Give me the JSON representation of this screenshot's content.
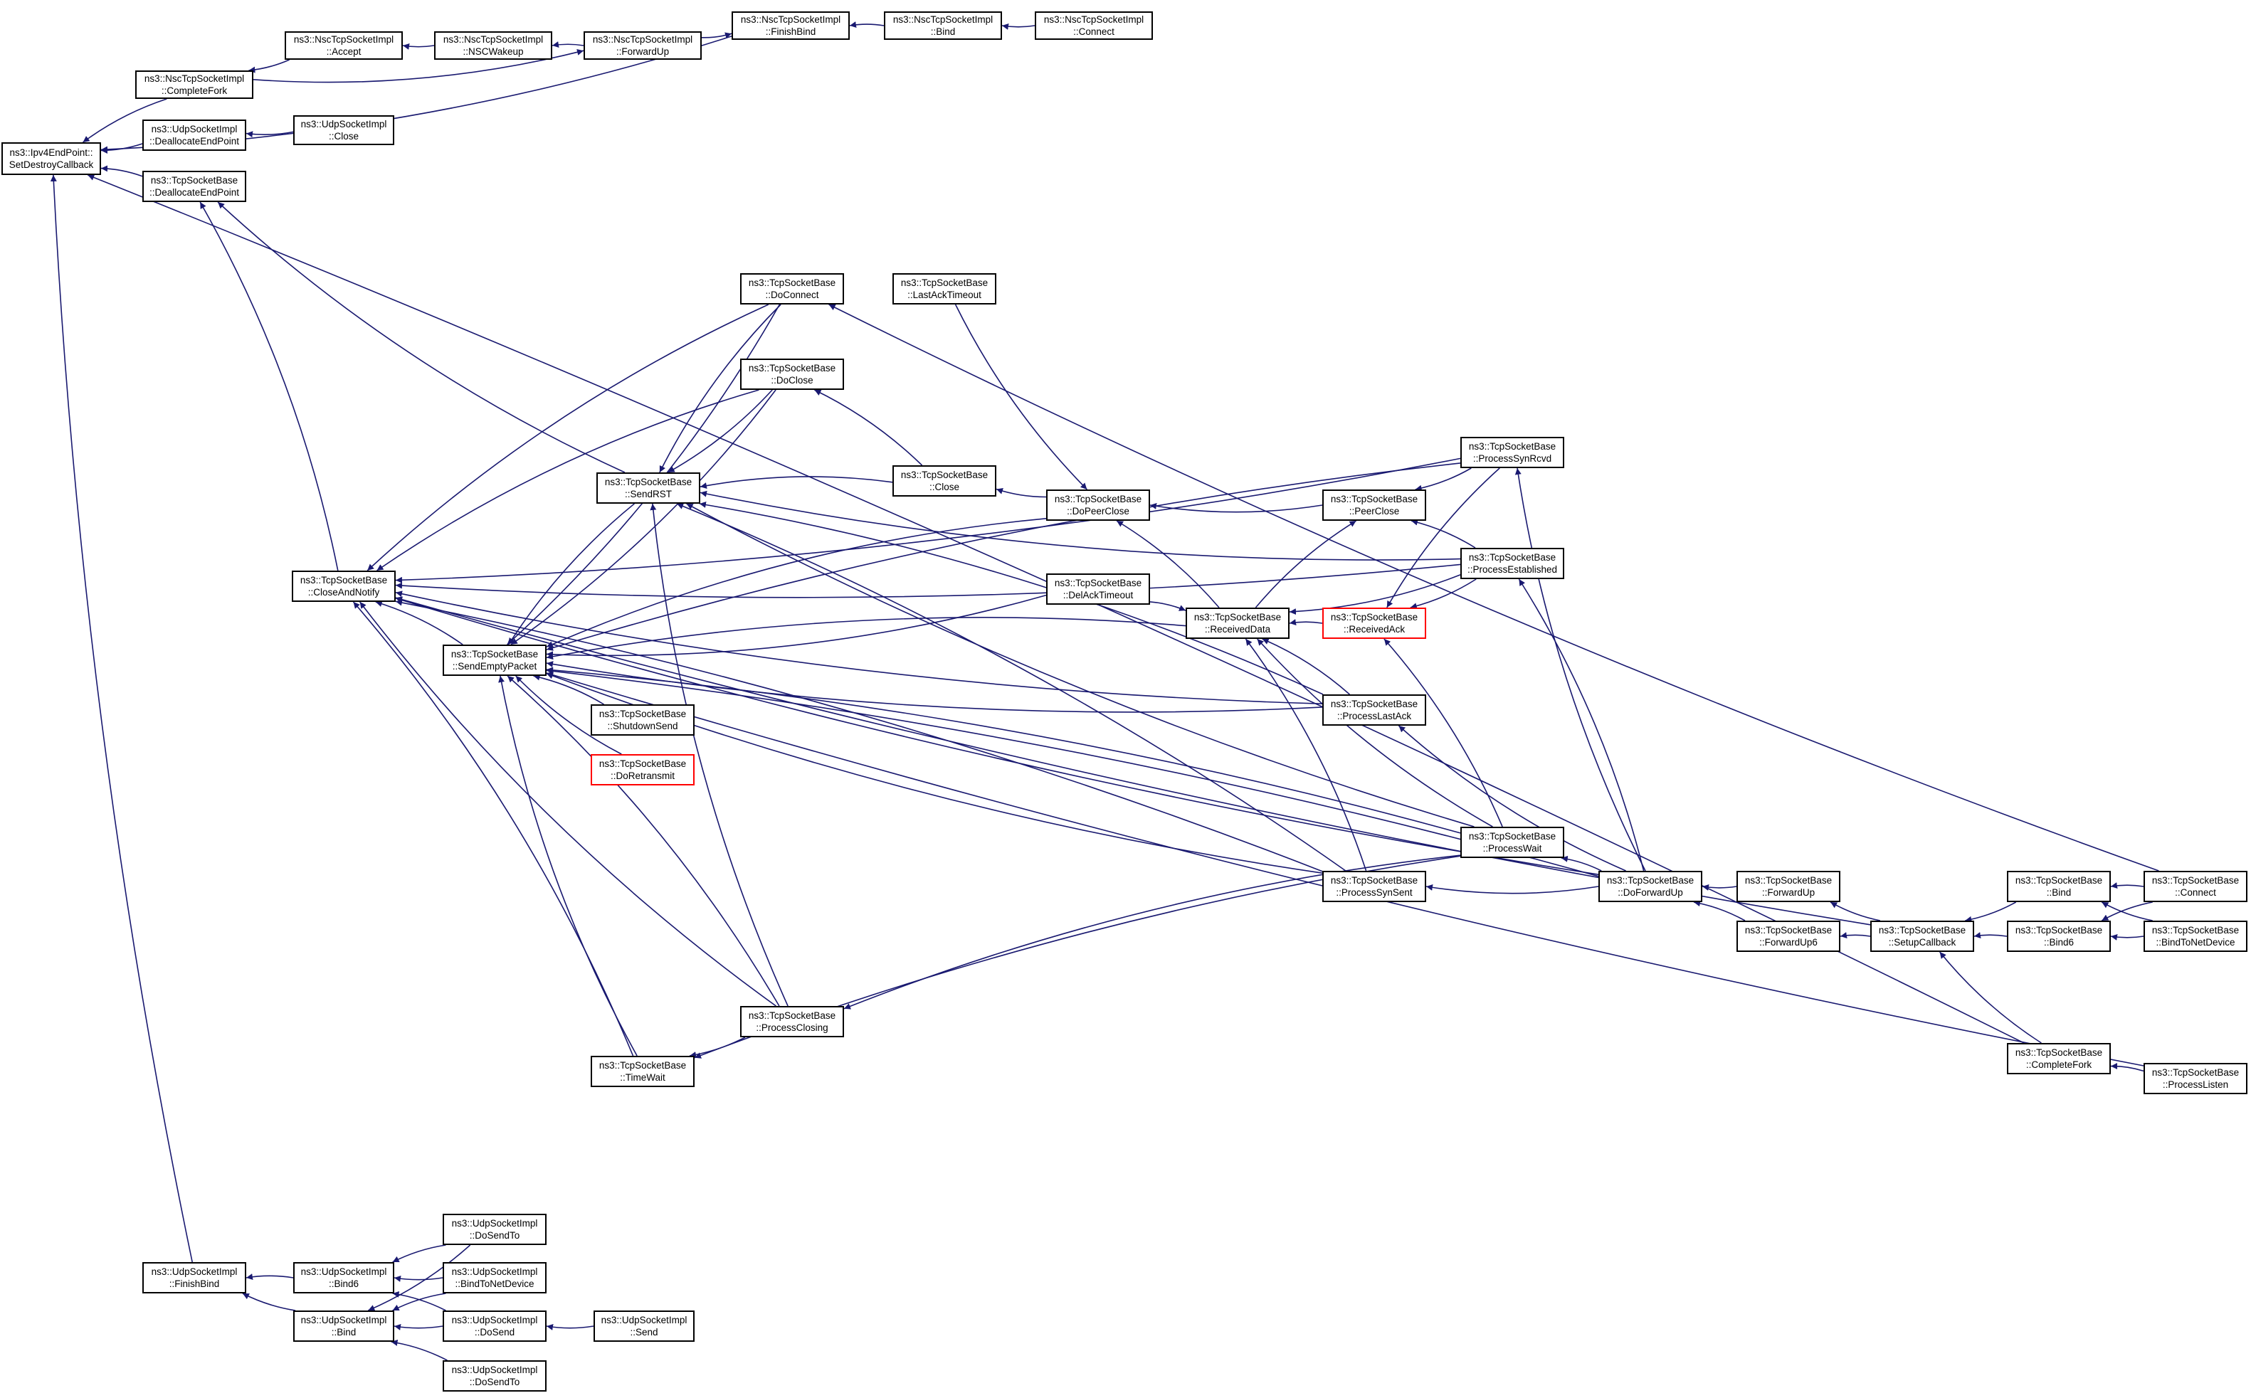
{
  "graph": {
    "type": "caller-graph",
    "colors": {
      "edge": "#191970",
      "node_border": "#000000",
      "root_fill": "#bfbfbf",
      "truncated_border": "#ff0000"
    },
    "nodes": {
      "root": {
        "line1": "ns3::Ipv4EndPoint::",
        "line2": "SetDestroyCallback",
        "kind": "root"
      },
      "nsc_finishbind": {
        "line1": "ns3::NscTcpSocketImpl",
        "line2": "::FinishBind"
      },
      "nsc_bind": {
        "line1": "ns3::NscTcpSocketImpl",
        "line2": "::Bind"
      },
      "nsc_connect": {
        "line1": "ns3::NscTcpSocketImpl",
        "line2": "::Connect"
      },
      "nsc_accept": {
        "line1": "ns3::NscTcpSocketImpl",
        "line2": "::Accept"
      },
      "nsc_nscwakeup": {
        "line1": "ns3::NscTcpSocketImpl",
        "line2": "::NSCWakeup"
      },
      "nsc_forwardup": {
        "line1": "ns3::NscTcpSocketImpl",
        "line2": "::ForwardUp"
      },
      "nsc_completefork": {
        "line1": "ns3::NscTcpSocketImpl",
        "line2": "::CompleteFork"
      },
      "udp_dealloc": {
        "line1": "ns3::UdpSocketImpl",
        "line2": "::DeallocateEndPoint"
      },
      "udp_close": {
        "line1": "ns3::UdpSocketImpl",
        "line2": "::Close"
      },
      "tcp_dealloc": {
        "line1": "ns3::TcpSocketBase",
        "line2": "::DeallocateEndPoint"
      },
      "tcp_doconnect": {
        "line1": "ns3::TcpSocketBase",
        "line2": "::DoConnect"
      },
      "tcp_lastacktimeout": {
        "line1": "ns3::TcpSocketBase",
        "line2": "::LastAckTimeout"
      },
      "tcp_doclose": {
        "line1": "ns3::TcpSocketBase",
        "line2": "::DoClose"
      },
      "tcp_sendrst": {
        "line1": "ns3::TcpSocketBase",
        "line2": "::SendRST"
      },
      "tcp_close": {
        "line1": "ns3::TcpSocketBase",
        "line2": "::Close"
      },
      "tcp_dopeerclose": {
        "line1": "ns3::TcpSocketBase",
        "line2": "::DoPeerClose"
      },
      "tcp_peerclose": {
        "line1": "ns3::TcpSocketBase",
        "line2": "::PeerClose"
      },
      "tcp_processsynrcvd": {
        "line1": "ns3::TcpSocketBase",
        "line2": "::ProcessSynRcvd"
      },
      "tcp_processestablished": {
        "line1": "ns3::TcpSocketBase",
        "line2": "::ProcessEstablished"
      },
      "tcp_closeandnotify": {
        "line1": "ns3::TcpSocketBase",
        "line2": "::CloseAndNotify"
      },
      "tcp_delacktimeout": {
        "line1": "ns3::TcpSocketBase",
        "line2": "::DelAckTimeout"
      },
      "tcp_receiveddata": {
        "line1": "ns3::TcpSocketBase",
        "line2": "::ReceivedData"
      },
      "tcp_receivedack": {
        "line1": "ns3::TcpSocketBase",
        "line2": "::ReceivedAck",
        "kind": "truncated"
      },
      "tcp_sendemptypacket": {
        "line1": "ns3::TcpSocketBase",
        "line2": "::SendEmptyPacket"
      },
      "tcp_processlastack": {
        "line1": "ns3::TcpSocketBase",
        "line2": "::ProcessLastAck"
      },
      "tcp_shutdownsend": {
        "line1": "ns3::TcpSocketBase",
        "line2": "::ShutdownSend"
      },
      "tcp_doretransmit": {
        "line1": "ns3::TcpSocketBase",
        "line2": "::DoRetransmit",
        "kind": "truncated"
      },
      "tcp_processwait": {
        "line1": "ns3::TcpSocketBase",
        "line2": "::ProcessWait"
      },
      "tcp_processsynsent": {
        "line1": "ns3::TcpSocketBase",
        "line2": "::ProcessSynSent"
      },
      "tcp_doforwardup": {
        "line1": "ns3::TcpSocketBase",
        "line2": "::DoForwardUp"
      },
      "tcp_forwardup": {
        "line1": "ns3::TcpSocketBase",
        "line2": "::ForwardUp"
      },
      "tcp_forwardup6": {
        "line1": "ns3::TcpSocketBase",
        "line2": "::ForwardUp6"
      },
      "tcp_setupcallback": {
        "line1": "ns3::TcpSocketBase",
        "line2": "::SetupCallback"
      },
      "tcp_bind": {
        "line1": "ns3::TcpSocketBase",
        "line2": "::Bind"
      },
      "tcp_bind6": {
        "line1": "ns3::TcpSocketBase",
        "line2": "::Bind6"
      },
      "tcp_connect": {
        "line1": "ns3::TcpSocketBase",
        "line2": "::Connect"
      },
      "tcp_bindtonetdevice": {
        "line1": "ns3::TcpSocketBase",
        "line2": "::BindToNetDevice"
      },
      "tcp_processclosing": {
        "line1": "ns3::TcpSocketBase",
        "line2": "::ProcessClosing"
      },
      "tcp_timewait": {
        "line1": "ns3::TcpSocketBase",
        "line2": "::TimeWait"
      },
      "tcp_completefork": {
        "line1": "ns3::TcpSocketBase",
        "line2": "::CompleteFork"
      },
      "tcp_processlisten": {
        "line1": "ns3::TcpSocketBase",
        "line2": "::ProcessListen"
      },
      "udp_finishbind": {
        "line1": "ns3::UdpSocketImpl",
        "line2": "::FinishBind"
      },
      "udp_bind6": {
        "line1": "ns3::UdpSocketImpl",
        "line2": "::Bind6"
      },
      "udp_bind": {
        "line1": "ns3::UdpSocketImpl",
        "line2": "::Bind"
      },
      "udp_dosendto_a": {
        "line1": "ns3::UdpSocketImpl",
        "line2": "::DoSendTo"
      },
      "udp_bindtonetdevice": {
        "line1": "ns3::UdpSocketImpl",
        "line2": "::BindToNetDevice"
      },
      "udp_dosend": {
        "line1": "ns3::UdpSocketImpl",
        "line2": "::DoSend"
      },
      "udp_send": {
        "line1": "ns3::UdpSocketImpl",
        "line2": "::Send"
      },
      "udp_dosendto_b": {
        "line1": "ns3::UdpSocketImpl",
        "line2": "::DoSendTo"
      }
    },
    "edges": [
      [
        "nsc_finishbind",
        "root"
      ],
      [
        "nsc_completefork",
        "root"
      ],
      [
        "udp_dealloc",
        "root"
      ],
      [
        "tcp_dealloc",
        "root"
      ],
      [
        "udp_finishbind",
        "root"
      ],
      [
        "nsc_bind",
        "nsc_finishbind"
      ],
      [
        "nsc_connect",
        "nsc_bind"
      ],
      [
        "nsc_forwardup",
        "nsc_finishbind"
      ],
      [
        "nsc_nscwakeup",
        "nsc_accept"
      ],
      [
        "nsc_forwardup",
        "nsc_nscwakeup"
      ],
      [
        "nsc_accept",
        "nsc_completefork"
      ],
      [
        "nsc_completefork",
        "nsc_forwardup"
      ],
      [
        "udp_close",
        "udp_dealloc"
      ],
      [
        "tcp_closeandnotify",
        "tcp_dealloc"
      ],
      [
        "tcp_sendrst",
        "tcp_dealloc"
      ],
      [
        "tcp_doconnect",
        "tcp_closeandnotify"
      ],
      [
        "tcp_processsynrcvd",
        "tcp_closeandnotify"
      ],
      [
        "tcp_doclose",
        "tcp_closeandnotify"
      ],
      [
        "tcp_processestablished",
        "tcp_closeandnotify"
      ],
      [
        "tcp_sendemptypacket",
        "tcp_closeandnotify"
      ],
      [
        "tcp_processlastack",
        "tcp_closeandnotify"
      ],
      [
        "tcp_processsynsent",
        "tcp_closeandnotify"
      ],
      [
        "tcp_processclosing",
        "tcp_closeandnotify"
      ],
      [
        "tcp_timewait",
        "tcp_closeandnotify"
      ],
      [
        "tcp_doforwardup",
        "tcp_closeandnotify"
      ],
      [
        "tcp_doconnect",
        "tcp_sendrst"
      ],
      [
        "tcp_doclose",
        "tcp_sendrst"
      ],
      [
        "tcp_close",
        "tcp_sendrst"
      ],
      [
        "tcp_processestablished",
        "tcp_sendrst"
      ],
      [
        "tcp_processlastack",
        "tcp_sendrst"
      ],
      [
        "tcp_processwait",
        "tcp_sendrst"
      ],
      [
        "tcp_processsynsent",
        "tcp_sendrst"
      ],
      [
        "tcp_processclosing",
        "tcp_sendrst"
      ],
      [
        "tcp_sendrst",
        "tcp_sendemptypacket"
      ],
      [
        "tcp_doconnect",
        "tcp_sendemptypacket"
      ],
      [
        "tcp_processsynrcvd",
        "tcp_sendemptypacket"
      ],
      [
        "tcp_doclose",
        "tcp_sendemptypacket"
      ],
      [
        "tcp_dopeerclose",
        "tcp_sendemptypacket"
      ],
      [
        "tcp_delacktimeout",
        "tcp_sendemptypacket"
      ],
      [
        "tcp_receiveddata",
        "tcp_sendemptypacket"
      ],
      [
        "tcp_processlastack",
        "tcp_sendemptypacket"
      ],
      [
        "tcp_shutdownsend",
        "tcp_sendemptypacket"
      ],
      [
        "tcp_doretransmit",
        "tcp_sendemptypacket"
      ],
      [
        "tcp_processwait",
        "tcp_sendemptypacket"
      ],
      [
        "tcp_processsynsent",
        "tcp_sendemptypacket"
      ],
      [
        "tcp_processclosing",
        "tcp_sendemptypacket"
      ],
      [
        "tcp_timewait",
        "tcp_sendemptypacket"
      ],
      [
        "tcp_doforwardup",
        "tcp_sendemptypacket"
      ],
      [
        "tcp_processlisten",
        "tcp_sendemptypacket"
      ],
      [
        "tcp_close",
        "tcp_doclose"
      ],
      [
        "tcp_dopeerclose",
        "tcp_close"
      ],
      [
        "tcp_lastacktimeout",
        "tcp_dopeerclose"
      ],
      [
        "tcp_peerclose",
        "tcp_dopeerclose"
      ],
      [
        "tcp_receiveddata",
        "tcp_dopeerclose"
      ],
      [
        "tcp_processsynrcvd",
        "tcp_peerclose"
      ],
      [
        "tcp_processestablished",
        "tcp_peerclose"
      ],
      [
        "tcp_receiveddata",
        "tcp_peerclose"
      ],
      [
        "tcp_receivedack",
        "tcp_receiveddata"
      ],
      [
        "tcp_processestablished",
        "tcp_receiveddata"
      ],
      [
        "tcp_processlastack",
        "tcp_receiveddata"
      ],
      [
        "tcp_processwait",
        "tcp_receiveddata"
      ],
      [
        "tcp_processsynsent",
        "tcp_receiveddata"
      ],
      [
        "tcp_delacktimeout",
        "tcp_receiveddata"
      ],
      [
        "tcp_processsynrcvd",
        "tcp_receivedack"
      ],
      [
        "tcp_processestablished",
        "tcp_receivedack"
      ],
      [
        "tcp_processwait",
        "tcp_receivedack"
      ],
      [
        "tcp_doforwardup",
        "tcp_processsynrcvd"
      ],
      [
        "tcp_doforwardup",
        "tcp_processestablished"
      ],
      [
        "tcp_doforwardup",
        "tcp_processlastack"
      ],
      [
        "tcp_doforwardup",
        "tcp_processwait"
      ],
      [
        "tcp_doforwardup",
        "tcp_processsynsent"
      ],
      [
        "tcp_processwait",
        "tcp_processclosing"
      ],
      [
        "tcp_processclosing",
        "tcp_timewait"
      ],
      [
        "tcp_processwait",
        "tcp_timewait"
      ],
      [
        "tcp_forwardup",
        "tcp_doforwardup"
      ],
      [
        "tcp_forwardup6",
        "tcp_doforwardup"
      ],
      [
        "tcp_setupcallback",
        "tcp_forwardup"
      ],
      [
        "tcp_setupcallback",
        "tcp_forwardup6"
      ],
      [
        "tcp_bind",
        "tcp_setupcallback"
      ],
      [
        "tcp_bind6",
        "tcp_setupcallback"
      ],
      [
        "tcp_completefork",
        "tcp_setupcallback"
      ],
      [
        "tcp_connect",
        "tcp_bind"
      ],
      [
        "tcp_bindtonetdevice",
        "tcp_bind"
      ],
      [
        "tcp_connect",
        "tcp_bind6"
      ],
      [
        "tcp_bindtonetdevice",
        "tcp_bind6"
      ],
      [
        "tcp_processlisten",
        "tcp_completefork"
      ],
      [
        "tcp_connect",
        "tcp_doconnect"
      ],
      [
        "tcp_completefork",
        "root"
      ],
      [
        "tcp_setupcallback",
        "tcp_closeandnotify"
      ],
      [
        "udp_bind6",
        "udp_finishbind"
      ],
      [
        "udp_bind",
        "udp_finishbind"
      ],
      [
        "udp_dosendto_a",
        "udp_bind6"
      ],
      [
        "udp_bindtonetdevice",
        "udp_bind6"
      ],
      [
        "udp_dosend",
        "udp_bind6"
      ],
      [
        "udp_dosendto_a",
        "udp_bind"
      ],
      [
        "udp_bindtonetdevice",
        "udp_bind"
      ],
      [
        "udp_dosend",
        "udp_bind"
      ],
      [
        "udp_dosendto_b",
        "udp_bind"
      ],
      [
        "udp_send",
        "udp_dosend"
      ]
    ]
  }
}
